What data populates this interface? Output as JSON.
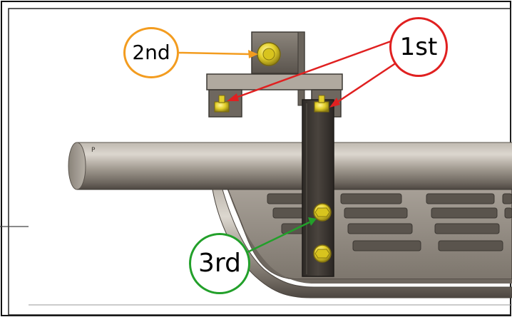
{
  "labels": {
    "second": {
      "text": "2nd",
      "color": "#f39c1f"
    },
    "first": {
      "text": "1st",
      "color": "#e02020"
    },
    "third": {
      "text": "3rd",
      "color": "#22a02a"
    }
  },
  "stamp_mark": "P"
}
